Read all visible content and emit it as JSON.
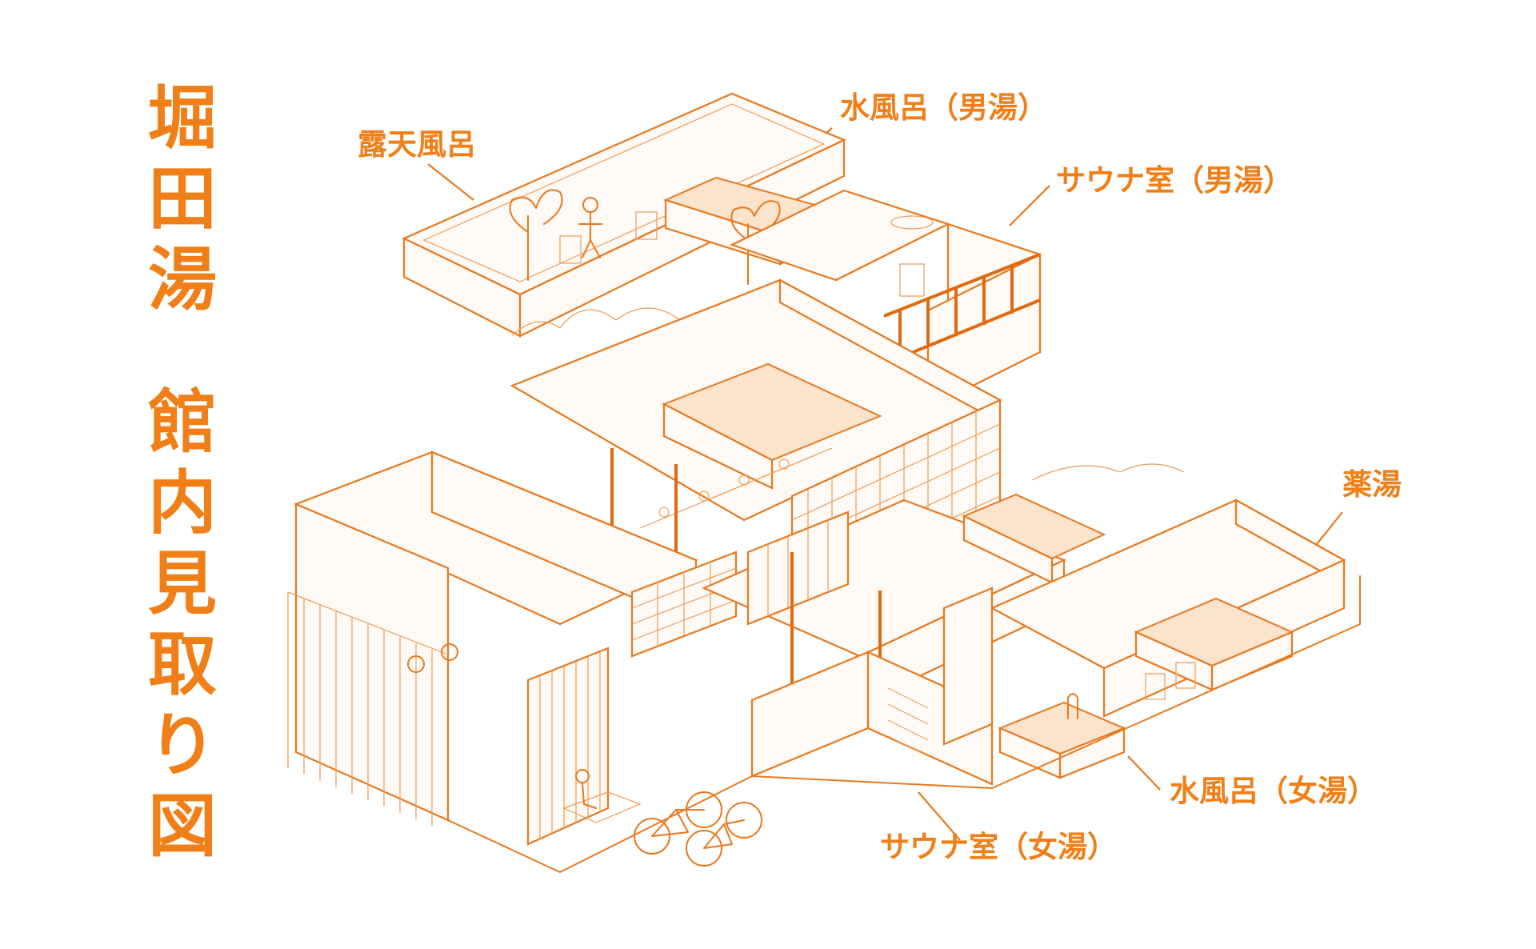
{
  "title": {
    "main": [
      "堀",
      "田",
      "湯"
    ],
    "sub": [
      "館",
      "内",
      "見",
      "取",
      "り",
      "図"
    ]
  },
  "labels": {
    "rotenburo": "露天風呂",
    "mizuburo_men": "水風呂（男湯）",
    "sauna_men": "サウナ室（男湯）",
    "kusuriyu": "薬湯",
    "mizuburo_women": "水風呂（女湯）",
    "sauna_women": "サウナ室（女湯）"
  },
  "colors": {
    "accent": "#f07f18",
    "line": "#e8781e",
    "background": "#ffffff"
  }
}
